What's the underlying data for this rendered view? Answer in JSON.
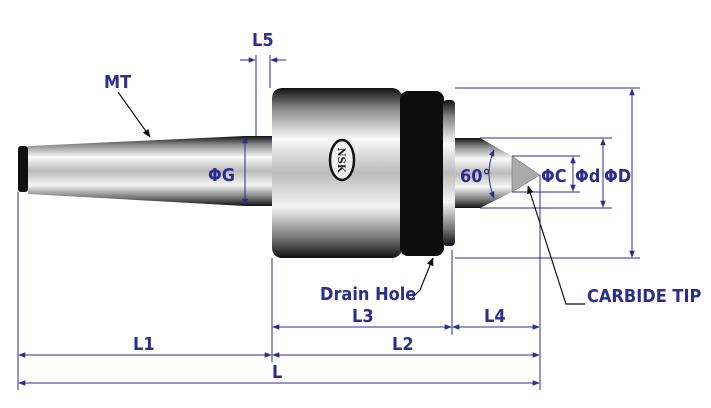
{
  "title": "Live center dimension diagram",
  "brand_logo": "NSK",
  "labels": {
    "mt": "MT",
    "l5": "L5",
    "phi_g": "ΦG",
    "angle": "60°",
    "phi_c": "ΦC",
    "phi_d_small": "Φd",
    "phi_d_large": "ΦD",
    "drain_hole": "Drain Hole",
    "carbide_tip": "CARBIDE TIP",
    "l1": "L1",
    "l2": "L2",
    "l3": "L3",
    "l4": "L4",
    "l": "L"
  },
  "colors": {
    "dimension": "#2b2d8f",
    "body_dark": "#111111",
    "body_light": "#e8e8e8"
  }
}
